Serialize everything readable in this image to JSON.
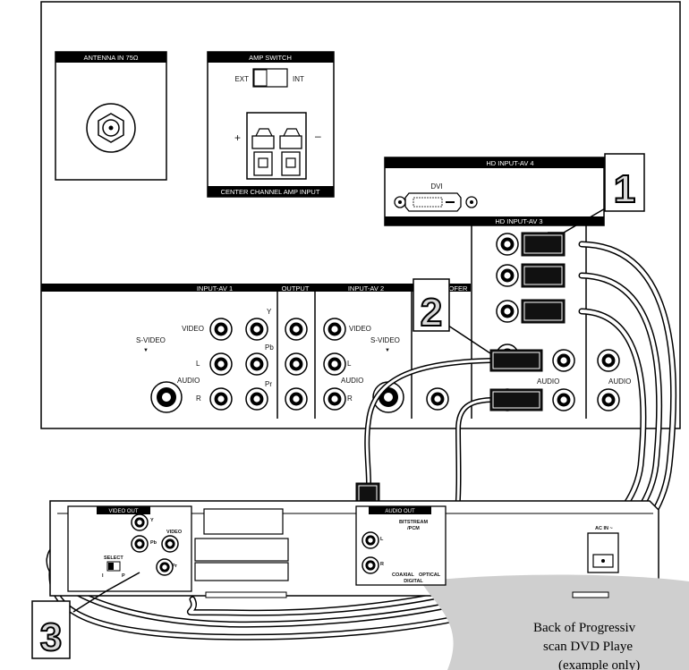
{
  "tv_panel": {
    "antenna_header": "ANTENNA IN 75Ω",
    "amp_switch_header": "AMP SWITCH",
    "amp_ext": "EXT",
    "amp_int": "INT",
    "amp_plus": "+",
    "amp_minus": "–",
    "center_channel_header": "CENTER CHANNEL AMP INPUT",
    "hd_av4_header": "HD INPUT-AV 4",
    "dvi_label": "DVI",
    "hd_av3_header": "HD INPUT-AV 3",
    "input_av1_header": "INPUT-AV 1",
    "output_header": "OUTPUT",
    "input_av2_header": "INPUT-AV 2",
    "subwoofer_header_partial": "OFER",
    "av1": {
      "y": "Y",
      "video": "VIDEO",
      "svideo": "S-VIDEO",
      "pb": "Pb",
      "l": "L",
      "audio": "AUDIO",
      "pr": "Pr",
      "r": "R"
    },
    "av2": {
      "video": "VIDEO",
      "svideo": "S-VIDEO",
      "l": "L",
      "audio": "AUDIO",
      "r": "R"
    },
    "av3_audio": "AUDIO",
    "right_audio": "AUDIO"
  },
  "dvd_player": {
    "video_out": "VIDEO OUT",
    "y": "Y",
    "pb": "Pb",
    "pr": "Pr",
    "video": "VIDEO",
    "select": "SELECT",
    "select_i": "I",
    "select_p": "P",
    "audio_out": "AUDIO OUT",
    "bitstream": "BITSTREAM",
    "pcm": "/PCM",
    "l": "L",
    "r": "R",
    "coaxial": "COAXIAL",
    "optical": "OPTICAL",
    "digital": "DIGITAL",
    "ac_in": "AC IN ~"
  },
  "callouts": {
    "one": "1",
    "two": "2",
    "three": "3"
  },
  "caption": {
    "line1": "Back of Progressiv",
    "line2": "scan DVD Playe",
    "line3": "(example only)"
  }
}
